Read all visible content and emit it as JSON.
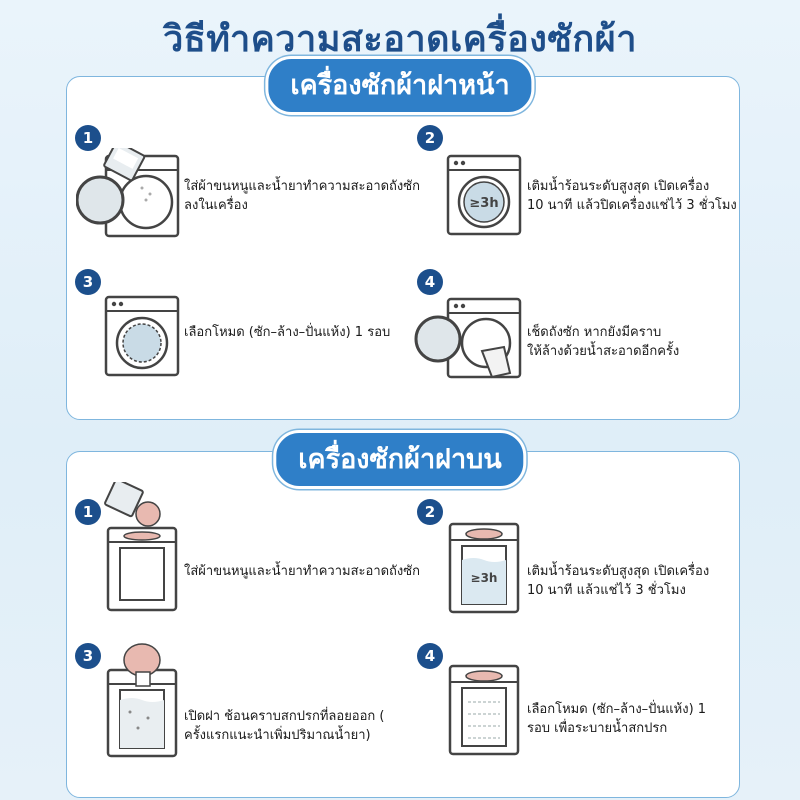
{
  "title": "วิธีทำความสะอาดเครื่องซักผ้า",
  "sections": [
    {
      "heading": "เครื่องซักผ้าฝาหน้า",
      "steps": [
        {
          "num": "1",
          "text": "ใส่ผ้าขนหนูและน้ำยาทำความสะอาดถังซัก\nลงในเครื่อง"
        },
        {
          "num": "2",
          "text": "เติมน้ำร้อนระดับสูงสุด เปิดเครื่อง\n10 นาที แล้วปิดเครื่องแช่ไว้ 3 ชั่วโมง"
        },
        {
          "num": "3",
          "text": "เลือกโหมด (ซัก–ล้าง–ปั่นแห้ง) 1 รอบ"
        },
        {
          "num": "4",
          "text": "เช็ดถังซัก หากยังมีคราบ\nให้ล้างด้วยน้ำสะอาดอีกครั้ง"
        }
      ]
    },
    {
      "heading": "เครื่องซักผ้าฝาบน",
      "steps": [
        {
          "num": "1",
          "text": "ใส่ผ้าขนหนูและน้ำยาทำความสะอาดถังซัก"
        },
        {
          "num": "2",
          "text": "เติมน้ำร้อนระดับสูงสุด เปิดเครื่อง\n10 นาที แล้วแช่ไว้ 3 ชั่วโมง"
        },
        {
          "num": "3",
          "text": "เปิดฝา ช้อนคราบสกปรกที่ลอยออก (\nครั้งแรกแนะนำเพิ่มปริมาณน้ำยา)"
        },
        {
          "num": "4",
          "text": "เลือกโหมด (ซัก–ล้าง–ปั่นแห้ง) 1\nรอบ เพื่อระบายน้ำสกปรก"
        }
      ]
    }
  ],
  "illustration_labels": {
    "soak_time": "≥3h"
  }
}
